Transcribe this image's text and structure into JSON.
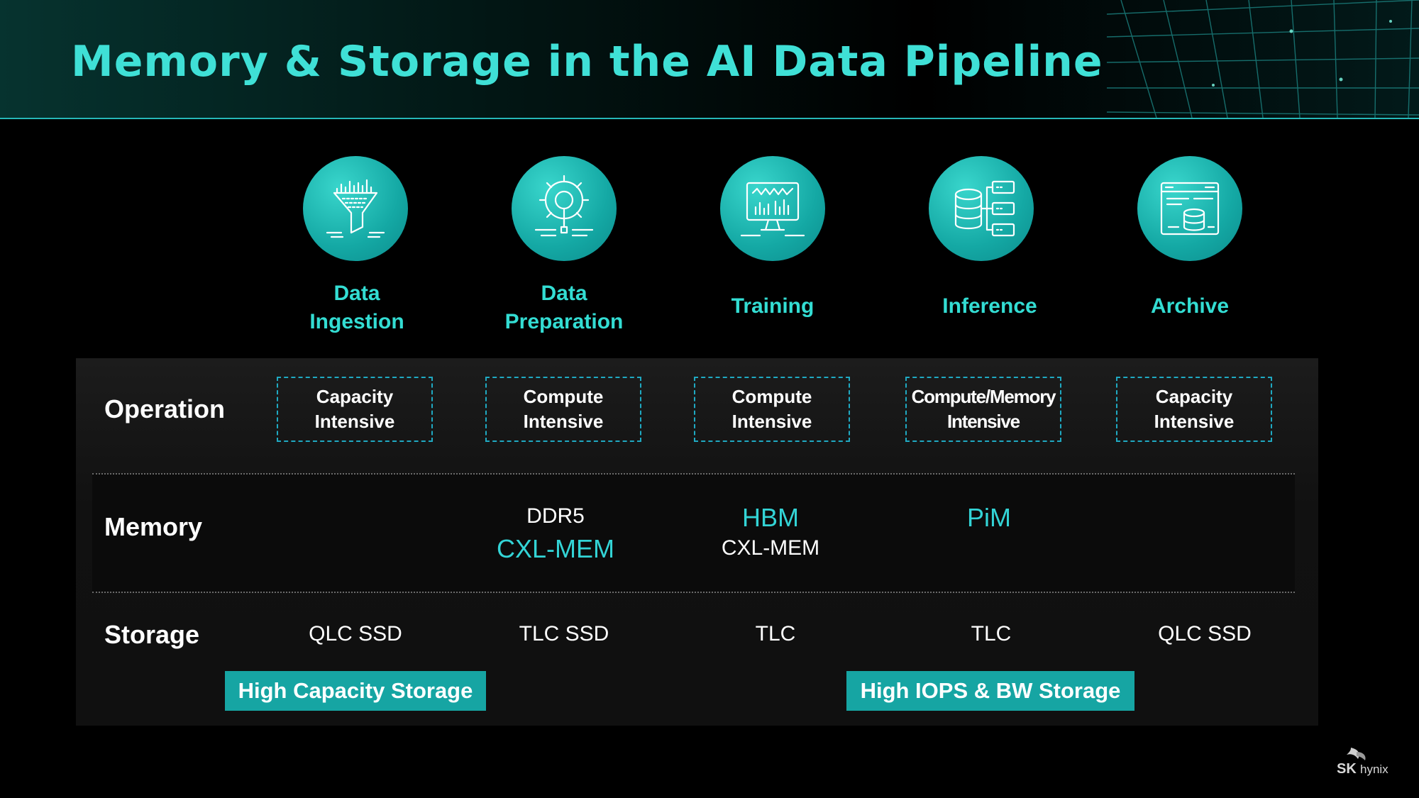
{
  "title": "Memory & Storage in the AI Data Pipeline",
  "colors": {
    "accent": "#33ddd3",
    "badge": "#16a5a3",
    "dash": "#1fa9c2"
  },
  "stages": [
    {
      "icon": "funnel-chart-icon",
      "label": "Data\nIngestion"
    },
    {
      "icon": "gear-magnifier-icon",
      "label": "Data\nPreparation"
    },
    {
      "icon": "monitor-chart-icon",
      "label": "Training"
    },
    {
      "icon": "database-network-icon",
      "label": "Inference"
    },
    {
      "icon": "browser-database-icon",
      "label": "Archive"
    }
  ],
  "rows": {
    "operation": "Operation",
    "memory": "Memory",
    "storage": "Storage"
  },
  "operation": [
    "Capacity\nIntensive",
    "Compute\nIntensive",
    "Compute\nIntensive",
    "Compute/Memory\nIntensive",
    "Capacity\nIntensive"
  ],
  "memory": {
    "data_preparation": {
      "line1": "DDR5",
      "line2": "CXL-MEM"
    },
    "training": {
      "line1": "HBM",
      "line2": "CXL-MEM"
    },
    "inference": {
      "line1": "PiM"
    }
  },
  "storage": [
    "QLC SSD",
    "TLC SSD",
    "TLC",
    "TLC",
    "QLC SSD"
  ],
  "badges": {
    "left": "High Capacity Storage",
    "right": "High IOPS & BW Storage"
  },
  "logo": {
    "brand": "SK",
    "sub": "hynix"
  }
}
